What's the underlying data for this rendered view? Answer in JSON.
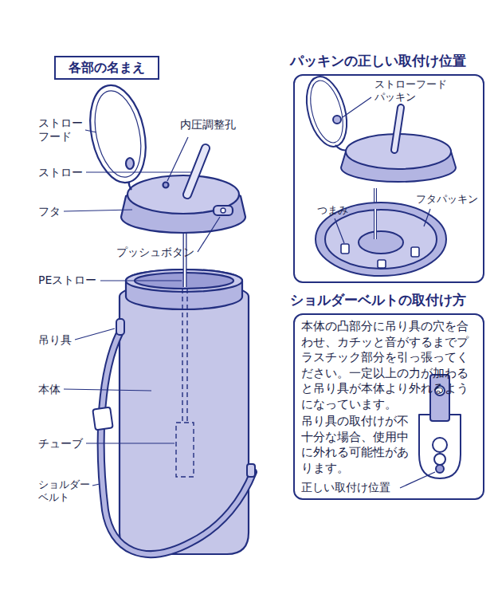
{
  "diagram": {
    "title": "各部の名まえ",
    "nodes": [
      {
        "text": [
          "パッキンの正しい取付け位置"
        ]
      },
      {
        "text": [
          "ショルダーベルトの取付け方",
          "本体の凸部分に吊り具の穴を合わせ、カチッと音がするまでプラスチック部分を引っ張ってください。一定以上の力が加わると吊り具が本体より外れるようになっています。",
          "吊り具の取付けが不十分な場合、使用中に外れる可能性があります。"
        ]
      }
    ],
    "labels": [
      "ストローフード",
      "内圧調整孔",
      "ストロー",
      "フタ",
      "プッシュボタン",
      "PEストロー",
      "吊り具",
      "本体",
      "チューブ",
      "ショルダーベルト",
      "ストローフードパッキン",
      "フタパッキン",
      "つまみ",
      "正しい取付け位置"
    ]
  }
}
